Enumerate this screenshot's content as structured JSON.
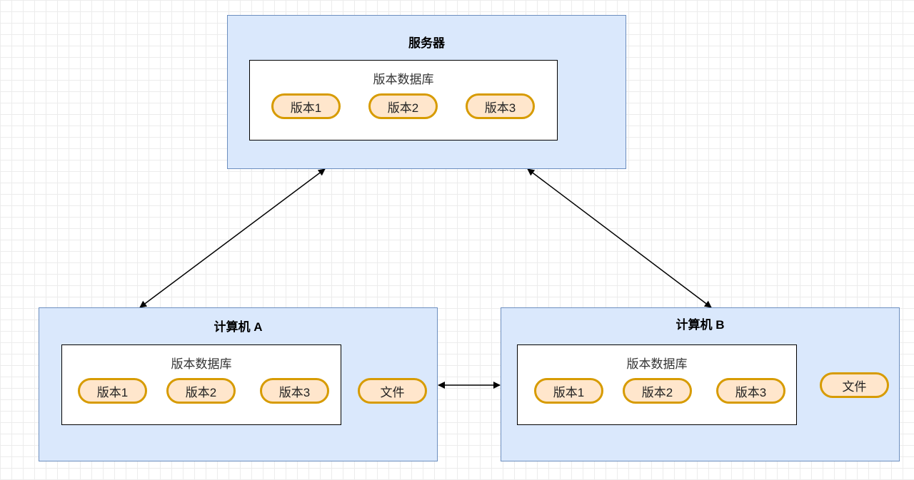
{
  "server": {
    "title": "服务器",
    "database": {
      "title": "版本数据库",
      "versions": [
        "版本1",
        "版本2",
        "版本3"
      ]
    }
  },
  "computer_a": {
    "title": "计算机 A",
    "database": {
      "title": "版本数据库",
      "versions": [
        "版本1",
        "版本2",
        "版本3"
      ]
    },
    "file": "文件"
  },
  "computer_b": {
    "title": "计算机 B",
    "database": {
      "title": "版本数据库",
      "versions": [
        "版本1",
        "版本2",
        "版本3"
      ]
    },
    "file": "文件"
  },
  "colors": {
    "container_fill": "#dae8fc",
    "container_stroke": "#6c8ebf",
    "node_fill": "#ffe6cc",
    "node_stroke": "#d79b00"
  }
}
